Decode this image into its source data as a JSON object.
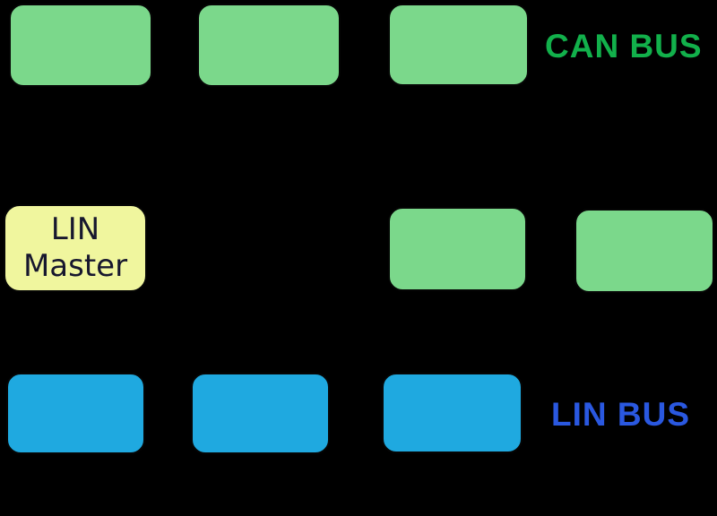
{
  "diagram": {
    "title": "CAN and LIN bus network diagram",
    "background_color": "#000000",
    "node_border_color": "#050505",
    "can_bus": {
      "label": "CAN BUS",
      "label_color": "#12b04b",
      "node_fill": "#7bd88b",
      "top_row_node_count": 3,
      "middle_row_node_count": 2
    },
    "lin_bus": {
      "label": "LIN BUS",
      "label_color": "#2a58e0",
      "node_fill": "#1fa9e0",
      "node_count": 3
    },
    "lin_master": {
      "line1": "LIN",
      "line2": "Master",
      "fill": "#f0f69e",
      "text_color": "#17172e"
    }
  },
  "styles": {
    "green_node": "background:#7bd88b",
    "blue_node": "background:#1fa9e0",
    "yellow_node": "background:#f0f69e;color:#17172e",
    "can_label": "color:#12b04b",
    "lin_label": "color:#2a58e0"
  }
}
